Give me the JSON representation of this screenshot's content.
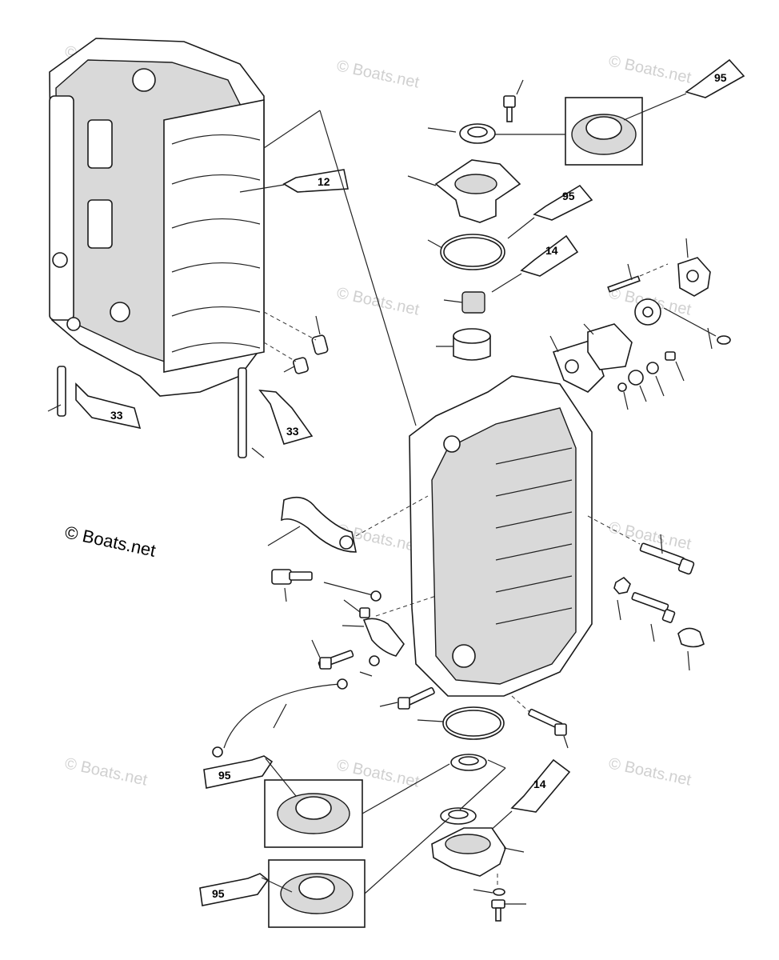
{
  "diagram": {
    "copyright": "© Boats.net",
    "watermark": "© Boats.net",
    "sealant_labels": {
      "a": "95",
      "b": "12",
      "c": "95",
      "d": "14",
      "e": "33",
      "f": "33",
      "g": "95",
      "h": "14",
      "i": "95"
    }
  }
}
